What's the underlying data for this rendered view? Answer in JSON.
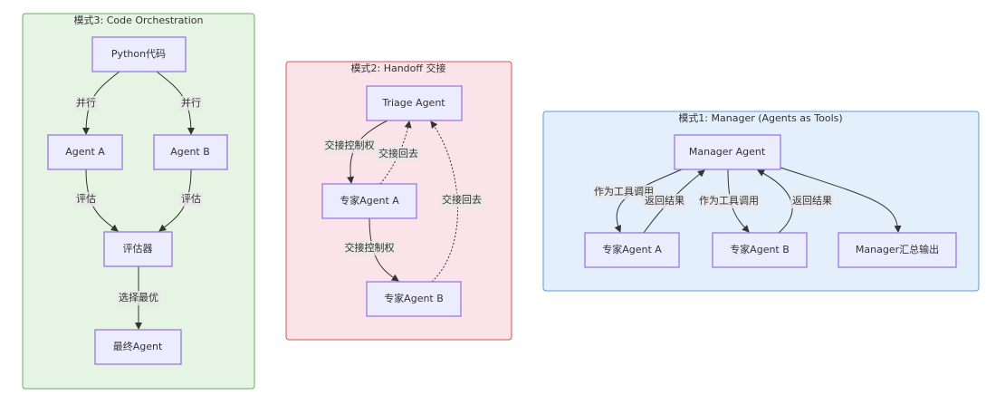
{
  "mode3": {
    "title": "模式3: Code Orchestration",
    "nodes": {
      "python": "Python代码",
      "a": "Agent A",
      "b": "Agent B",
      "eval": "评估器",
      "final": "最终Agent"
    },
    "edges": {
      "par_a": "并行",
      "par_b": "并行",
      "eval_a": "评估",
      "eval_b": "评估",
      "best": "选择最优"
    }
  },
  "mode2": {
    "title": "模式2: Handoff 交接",
    "nodes": {
      "triage": "Triage Agent",
      "a": "专家Agent A",
      "b": "专家Agent B"
    },
    "edges": {
      "to_a": "交接控制权",
      "back_a": "交接回去",
      "back_b": "交接回去",
      "to_b": "交接控制权"
    }
  },
  "mode1": {
    "title": "模式1: Manager (Agents as Tools)",
    "nodes": {
      "manager": "Manager Agent",
      "a": "专家Agent A",
      "b": "专家Agent B",
      "out": "Manager汇总输出"
    },
    "edges": {
      "call_a": "作为工具调用",
      "ret_a": "返回结果",
      "call_b": "作为工具调用",
      "ret_b": "返回结果"
    }
  },
  "colors": {
    "mode3_bg": "#e6f4e4",
    "mode3_border": "#6aa86a",
    "mode2_bg": "#fbe3ea",
    "mode2_border": "#d9534f",
    "mode1_bg": "#e3f0fc",
    "mode1_border": "#5b9bd5",
    "node_fill": "#ececff",
    "node_border": "#9370db"
  }
}
